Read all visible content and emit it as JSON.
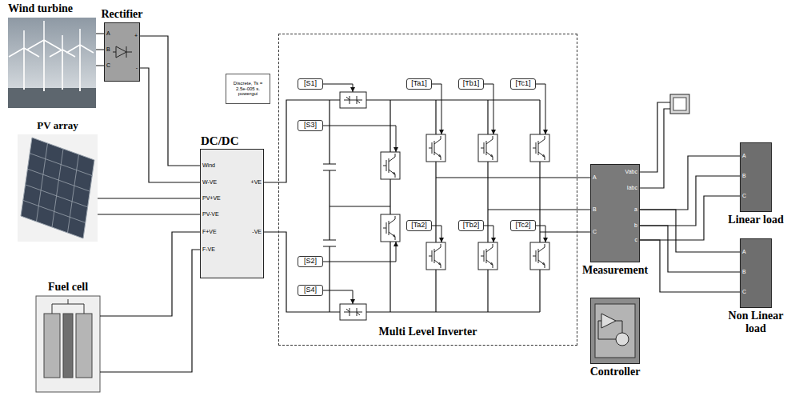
{
  "diagram": {
    "nodes": [
      {
        "text": [
          "Wind turbine"
        ]
      },
      {
        "text": [
          "Rectifier"
        ]
      },
      {
        "text": [
          "PV array"
        ]
      },
      {
        "text": [
          "DC/DC"
        ]
      },
      {
        "text": [
          "Fuel cell"
        ]
      },
      {
        "text": [
          "Discrete, Ts = 2.5e-005 s.",
          "powergui"
        ]
      },
      {
        "text": [
          "Multi Level Inverter"
        ]
      },
      {
        "text": [
          "[S1]"
        ],
        "in": 6
      },
      {
        "text": [
          "[S3]"
        ],
        "in": 6
      },
      {
        "text": [
          "[Ta1]"
        ],
        "in": 6
      },
      {
        "text": [
          "[Tb1]"
        ],
        "in": 6
      },
      {
        "text": [
          "[Tc1]"
        ],
        "in": 6
      },
      {
        "text": [
          "[S2]"
        ],
        "in": 6
      },
      {
        "text": [
          "[S4]"
        ],
        "in": 6
      },
      {
        "text": [
          "[Ta2]"
        ],
        "in": 6
      },
      {
        "text": [
          "[Tb2]"
        ],
        "in": 6
      },
      {
        "text": [
          "[Tc2]"
        ],
        "in": 6
      },
      {
        "text": [
          "Measurement"
        ]
      },
      {
        "text": [
          "Linear load"
        ]
      },
      {
        "text": [
          "Non Linear load"
        ]
      },
      {
        "text": [
          "Controller"
        ]
      }
    ],
    "edges": [
      {
        "from": 0,
        "to": 1,
        "arrow": "none"
      },
      {
        "from": 1,
        "to": 3,
        "arrow": "none"
      },
      {
        "from": 2,
        "to": 3,
        "arrow": "none"
      },
      {
        "from": 4,
        "to": 3,
        "arrow": "none"
      },
      {
        "from": 3,
        "to": 6,
        "arrow": "none"
      },
      {
        "from": 6,
        "to": 17,
        "arrow": "none"
      },
      {
        "from": 17,
        "to": 18,
        "arrow": "none"
      },
      {
        "from": 17,
        "to": 19,
        "arrow": "none"
      }
    ],
    "labels": [
      "A",
      "B",
      "C",
      "+",
      "-",
      "Wind",
      "W-VE",
      "PV+VE",
      "PV-VE",
      "F+VE",
      "F-VE",
      "+VE",
      "-VE",
      "A",
      "B",
      "C",
      "Vabc",
      "Iabc",
      "a",
      "b",
      "c",
      "A",
      "B",
      "C",
      "A",
      "B",
      "C"
    ]
  }
}
